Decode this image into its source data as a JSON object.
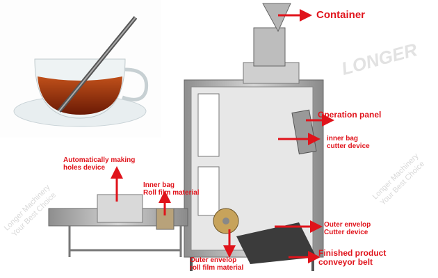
{
  "labels": {
    "container": "Container",
    "operation_panel": "Operation panel",
    "inner_bag_cutter": [
      "inner bag",
      "cutter device"
    ],
    "auto_holes": [
      "Automatically making",
      "holes device"
    ],
    "inner_bag_roll": [
      "Inner bag",
      "Roll film material"
    ],
    "outer_cutter": [
      "Outer envelop",
      "Cutter device"
    ],
    "outer_roll": [
      "Outer envelop",
      "roll film material"
    ],
    "conveyor": [
      "Finished product",
      "conveyor belt"
    ]
  },
  "watermark": {
    "logo": "LONGER",
    "lines": [
      "Longer Machinery",
      "Your Best Choice"
    ]
  },
  "colors": {
    "label": "#e0131b",
    "arrow": "#e0131b",
    "steel": "#a9a9a9"
  }
}
